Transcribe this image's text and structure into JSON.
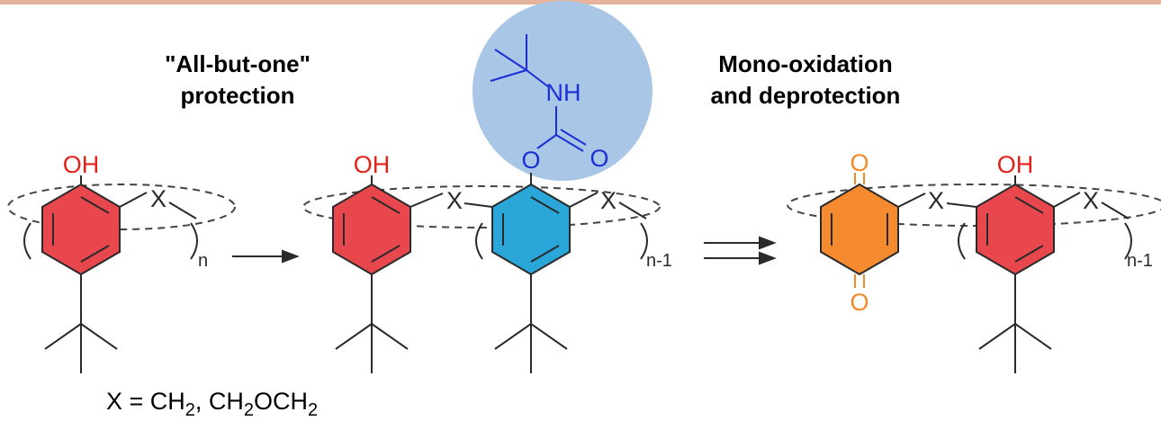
{
  "labels": {
    "protection_line1": "\"All-but-one\"",
    "protection_line2": "protection",
    "oxidation_line1": "Mono-oxidation",
    "oxidation_line2": "and deprotection"
  },
  "atoms": {
    "hydroxyl": "OH",
    "linker": "X",
    "oxygen": "O",
    "amine": "NH",
    "subscript_n": "n",
    "subscript_n_minus_1": "n-1"
  },
  "footnote": {
    "prefix": "X = CH",
    "sub1": "2",
    "middle": ", CH",
    "sub2": "2",
    "tail": "OCH",
    "sub3": "2"
  },
  "colors": {
    "accent_rule": "#e4b49c",
    "red_ring": "#e9474e",
    "cyan_ring": "#2aa6d8",
    "orange_ring": "#f58a2f",
    "hydroxyl_text": "#e32118",
    "carbamate_text": "#1c2fd6",
    "quinone_oxygen": "#f28a25",
    "highlight_circle": "#a9c6e6",
    "bond": "#2a2a2a"
  }
}
